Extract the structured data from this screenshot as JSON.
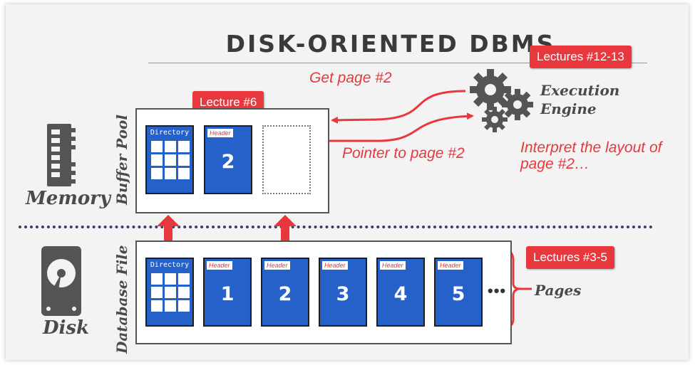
{
  "title": "DISK-ORIENTED DBMS",
  "tags": {
    "lecture6": "Lecture #6",
    "lectures12_13": "Lectures #12-13",
    "lectures3_5": "Lectures #3-5"
  },
  "labels": {
    "get_page": "Get page #2",
    "pointer": "Pointer to page #2",
    "interpret_line1": "Interpret the layout of",
    "interpret_line2": "page #2…",
    "execution": "Execution",
    "engine": "Engine",
    "memory": "Memory",
    "disk": "Disk",
    "buffer_pool": "Buffer Pool",
    "database_file": "Database File",
    "pages": "Pages",
    "ellipsis": "•••"
  },
  "buffer_pool": {
    "directory_label": "Directory",
    "page_header": "Header",
    "page_number": "2"
  },
  "database_file": {
    "directory_label": "Directory",
    "pages": [
      {
        "header": "Header",
        "number": "1"
      },
      {
        "header": "Header",
        "number": "2"
      },
      {
        "header": "Header",
        "number": "3"
      },
      {
        "header": "Header",
        "number": "4"
      },
      {
        "header": "Header",
        "number": "5"
      }
    ]
  },
  "colors": {
    "accent_red": "#e8383e",
    "page_blue": "#2660c9"
  },
  "icons": [
    "gears-icon",
    "memory-chip-icon",
    "hard-disk-icon"
  ]
}
